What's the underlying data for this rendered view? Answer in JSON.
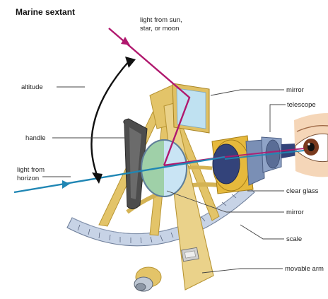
{
  "title": "Marine sextant",
  "labels": {
    "light_sun": [
      "light from sun,",
      "star, or moon"
    ],
    "altitude": "altitude",
    "handle": "handle",
    "light_horizon": [
      "light from",
      "horizon"
    ],
    "mirror_top": "mirror",
    "telescope": "telescope",
    "clear_glass": "clear glass",
    "mirror_bottom": "mirror",
    "scale": "scale",
    "movable_arm": "movable arm"
  },
  "colors": {
    "sun_ray": "#b0186e",
    "horizon_ray": "#1f86b4",
    "frame_gold": "#e3c469",
    "frame_dark": "#b89533",
    "scale_blue": "#c7d3e6",
    "telescope_blue": "#33437a",
    "eyepiece_gold": "#e6b93c"
  }
}
